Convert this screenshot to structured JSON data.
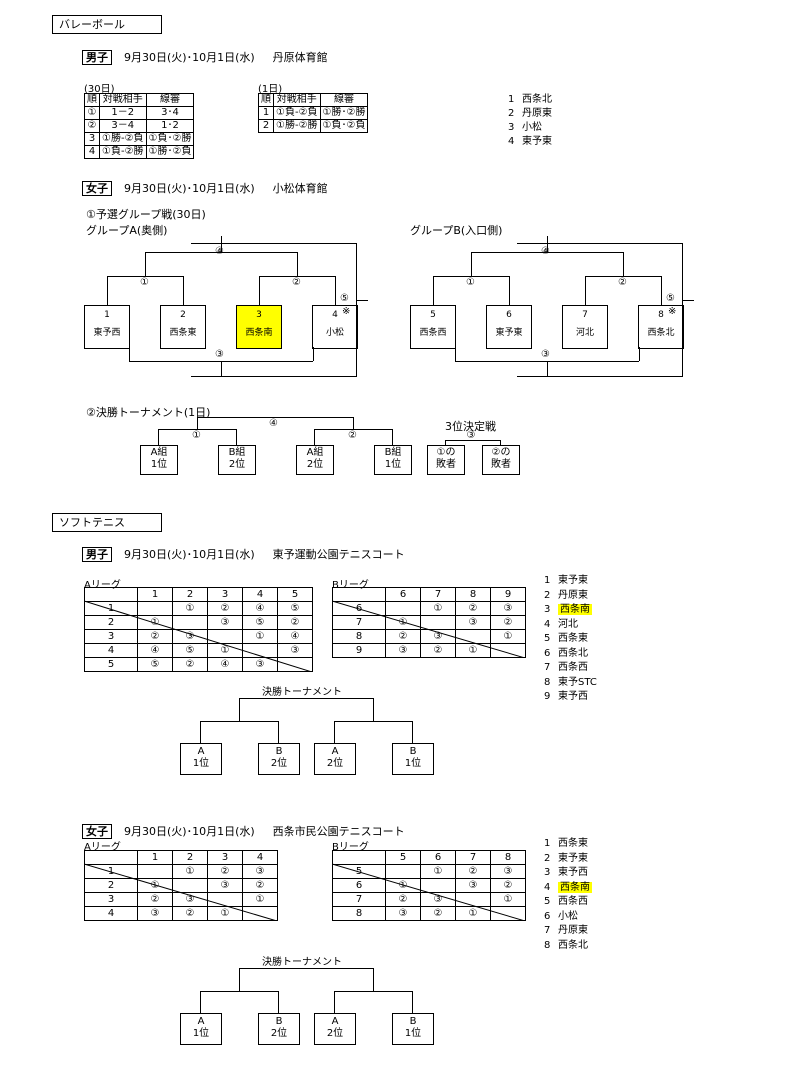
{
  "volley": {
    "title": "バレーボール",
    "men": {
      "label": "男子",
      "date": "9月30日(火)･10月1日(水)",
      "venue": "丹原体育館",
      "day1": {
        "caption": "(30日)",
        "headers": [
          "順",
          "対戦相手",
          "線審"
        ],
        "rows": [
          [
            "①",
            "1－2",
            "3･4"
          ],
          [
            "②",
            "3－4",
            "1･2"
          ],
          [
            "3",
            "①勝-②負",
            "①負･②勝"
          ],
          [
            "4",
            "①負-②勝",
            "①勝･②負"
          ]
        ]
      },
      "day2": {
        "caption": "(1日)",
        "headers": [
          "順",
          "対戦相手",
          "線審"
        ],
        "rows": [
          [
            "1",
            "①負-②負",
            "①勝･②勝"
          ],
          [
            "2",
            "①勝-②勝",
            "①負･②負"
          ]
        ]
      },
      "teams": [
        [
          "1",
          "西条北"
        ],
        [
          "2",
          "丹原東"
        ],
        [
          "3",
          "小松"
        ],
        [
          "4",
          "東予東"
        ]
      ]
    },
    "women": {
      "label": "女子",
      "date": "9月30日(火)･10月1日(水)",
      "venue": "小松体育館",
      "prelim_title": "①予選グループ戦(30日)",
      "groupA": {
        "title": "グループA(奥側)",
        "nums": [
          "1",
          "2",
          "3",
          "4"
        ],
        "names": [
          "東予西",
          "西条東",
          "西条南",
          "小松"
        ],
        "m1": "①",
        "m2": "②",
        "m3": "③",
        "m4": "④",
        "m5": "⑤",
        "note": "※"
      },
      "groupB": {
        "title": "グループB(入口側)",
        "nums": [
          "5",
          "6",
          "7",
          "8"
        ],
        "names": [
          "西条西",
          "東予東",
          "河北",
          "西条北"
        ],
        "m1": "①",
        "m2": "②",
        "m3": "③",
        "m4": "④",
        "m5": "⑤",
        "note": "※"
      },
      "final_title": "②決勝トーナメント(1日)",
      "final": {
        "m1": "①",
        "m2": "②",
        "m4": "④",
        "boxes": [
          [
            "A組",
            "1位"
          ],
          [
            "B組",
            "2位"
          ],
          [
            "A組",
            "2位"
          ],
          [
            "B組",
            "1位"
          ]
        ]
      },
      "third": {
        "title": "3位決定戦",
        "m3": "③",
        "boxes": [
          [
            "①の",
            "敗者"
          ],
          [
            "②の",
            "敗者"
          ]
        ]
      }
    }
  },
  "tennis": {
    "title": "ソフトテニス",
    "men": {
      "label": "男子",
      "date": "9月30日(火)･10月1日(水)",
      "venue": "東予運動公園テニスコート",
      "leagueA": {
        "title": "Aリーグ",
        "cols": [
          "1",
          "2",
          "3",
          "4",
          "5"
        ],
        "rows": [
          [
            "1",
            "",
            "①",
            "②",
            "④",
            "⑤"
          ],
          [
            "2",
            "①",
            "",
            "③",
            "⑤",
            "②"
          ],
          [
            "3",
            "②",
            "③",
            "",
            "①",
            "④"
          ],
          [
            "4",
            "④",
            "⑤",
            "①",
            "",
            "③"
          ],
          [
            "5",
            "⑤",
            "②",
            "④",
            "③",
            ""
          ]
        ]
      },
      "leagueB": {
        "title": "Bリーグ",
        "cols": [
          "6",
          "7",
          "8",
          "9"
        ],
        "rows": [
          [
            "6",
            "",
            "①",
            "②",
            "③"
          ],
          [
            "7",
            "①",
            "",
            "③",
            "②"
          ],
          [
            "8",
            "②",
            "③",
            "",
            "①"
          ],
          [
            "9",
            "③",
            "②",
            "①",
            ""
          ]
        ]
      },
      "teams": [
        [
          "1",
          "東予東"
        ],
        [
          "2",
          "丹原東"
        ],
        [
          "3",
          "西条南"
        ],
        [
          "4",
          "河北"
        ],
        [
          "5",
          "西条東"
        ],
        [
          "6",
          "西条北"
        ],
        [
          "7",
          "西条西"
        ],
        [
          "8",
          "東予STC"
        ],
        [
          "9",
          "東予西"
        ]
      ],
      "final_title": "決勝トーナメント",
      "final_boxes": [
        [
          "A",
          "1位"
        ],
        [
          "B",
          "2位"
        ],
        [
          "A",
          "2位"
        ],
        [
          "B",
          "1位"
        ]
      ]
    },
    "women": {
      "label": "女子",
      "date": "9月30日(火)･10月1日(水)",
      "venue": "西条市民公園テニスコート",
      "leagueA": {
        "title": "Aリーグ",
        "cols": [
          "1",
          "2",
          "3",
          "4"
        ],
        "rows": [
          [
            "1",
            "",
            "①",
            "②",
            "③"
          ],
          [
            "2",
            "①",
            "",
            "③",
            "②"
          ],
          [
            "3",
            "②",
            "③",
            "",
            "①"
          ],
          [
            "4",
            "③",
            "②",
            "①",
            ""
          ]
        ]
      },
      "leagueB": {
        "title": "Bリーグ",
        "cols": [
          "5",
          "6",
          "7",
          "8"
        ],
        "rows": [
          [
            "5",
            "",
            "①",
            "②",
            "③"
          ],
          [
            "6",
            "①",
            "",
            "③",
            "②"
          ],
          [
            "7",
            "②",
            "③",
            "",
            "①"
          ],
          [
            "8",
            "③",
            "②",
            "①",
            ""
          ]
        ]
      },
      "teams": [
        [
          "1",
          "西条東"
        ],
        [
          "2",
          "東予東"
        ],
        [
          "3",
          "東予西"
        ],
        [
          "4",
          "西条南"
        ],
        [
          "5",
          "西条西"
        ],
        [
          "6",
          "小松"
        ],
        [
          "7",
          "丹原東"
        ],
        [
          "8",
          "西条北"
        ]
      ],
      "final_title": "決勝トーナメント",
      "final_boxes": [
        [
          "A",
          "1位"
        ],
        [
          "B",
          "2位"
        ],
        [
          "A",
          "2位"
        ],
        [
          "B",
          "1位"
        ]
      ]
    }
  },
  "colors": {
    "highlight": "#ffff00"
  }
}
